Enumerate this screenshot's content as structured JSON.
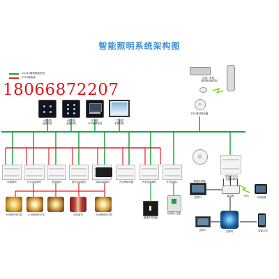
{
  "title": "智能照明系统架构图",
  "legend": {
    "bus_label": "DC24V弱电智能总线",
    "power_label": "220V强电线",
    "bus_color": "#1aa33a",
    "power_color": "#e02020"
  },
  "phone": "18066872207",
  "panels": [
    {
      "label": "4键智能\n面板控制",
      "icon": "keypad-icon"
    },
    {
      "label": "6键智能\n面板控制",
      "icon": "keypad-icon"
    },
    {
      "label": "多功能\nLCD触摸控制",
      "icon": "lcd-panel-icon"
    },
    {
      "label": "7寸触摸\n彩屏控制",
      "icon": "touch-screen-icon"
    }
  ],
  "top_right": {
    "sensor_label": "空调、电视、\n音响等设备控制",
    "presence_label": "红外/移动感应器"
  },
  "modules": [
    {
      "label": "电源模块"
    },
    {
      "label": "开关控制模块"
    },
    {
      "label": "调光模块"
    },
    {
      "label": "窗帘控制模块"
    },
    {
      "label": "场景控制模块"
    },
    {
      "label": "大功率继电器"
    },
    {
      "label": "时钟控制模块"
    },
    {
      "label": "开关量输入"
    },
    {
      "label": "照度传感器"
    },
    {
      "label": "智能网关/协\n议转换模块"
    }
  ],
  "loads": [
    {
      "label": "大功率开关灯具"
    },
    {
      "label": "小功率调光灯具"
    },
    {
      "label": "电动窗帘"
    },
    {
      "label": "大功率调光灯具"
    }
  ],
  "inputs": [
    {
      "label": "普通开关面板"
    },
    {
      "label": "外部输入设备"
    }
  ],
  "network": {
    "pc_label": "控制PC",
    "router_label": "路由器",
    "wifi_label": "WIFI",
    "pad_label": "平板电脑",
    "remote_pc_label": "远程PC",
    "internet_label": "互联网",
    "phone_label": "智能手机"
  }
}
